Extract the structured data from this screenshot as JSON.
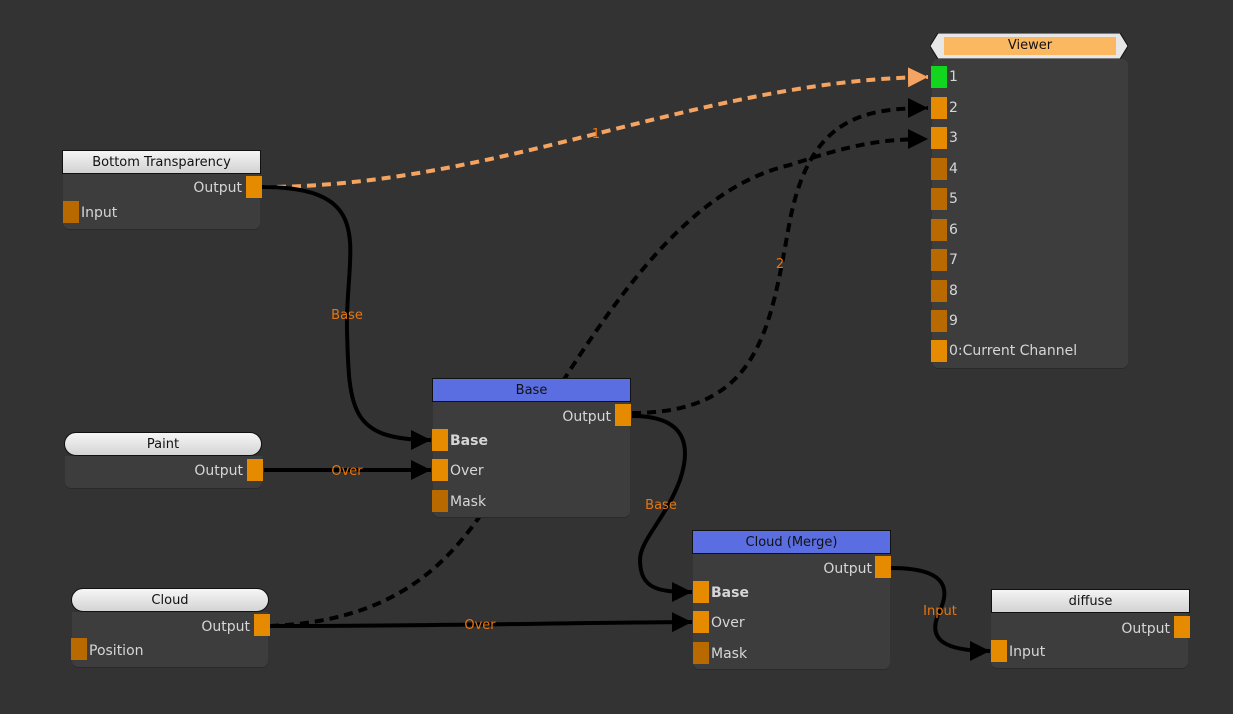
{
  "canvas": {
    "background": "#333333"
  },
  "colors": {
    "port_active": "#e68a00",
    "port_dim": "#b86a00",
    "port_connected_viewer": "#12d61e",
    "header_blue": "#5b6ee1",
    "viewer_header": "#fbb860",
    "wire_default": "#000000",
    "wire_viewer": "#f4a460",
    "wire_label": "#e8760e"
  },
  "nodes": {
    "bottom_transparency": {
      "title": "Bottom Transparency",
      "outputs": [
        "Output"
      ],
      "inputs": [
        "Input"
      ]
    },
    "paint": {
      "title": "Paint",
      "outputs": [
        "Output"
      ]
    },
    "cloud": {
      "title": "Cloud",
      "outputs": [
        "Output"
      ],
      "inputs": [
        "Position"
      ]
    },
    "base": {
      "title": "Base",
      "outputs": [
        "Output"
      ],
      "inputs": [
        "Base",
        "Over",
        "Mask"
      ]
    },
    "cloud_merge": {
      "title": "Cloud (Merge)",
      "outputs": [
        "Output"
      ],
      "inputs": [
        "Base",
        "Over",
        "Mask"
      ]
    },
    "diffuse": {
      "title": "diffuse",
      "outputs": [
        "Output"
      ],
      "inputs": [
        "Input"
      ]
    },
    "viewer": {
      "title": "Viewer",
      "inputs": [
        "1",
        "2",
        "3",
        "4",
        "5",
        "6",
        "7",
        "8",
        "9",
        "0:Current Channel"
      ]
    }
  },
  "connections": [
    {
      "from": "Bottom Transparency.Output",
      "to": "Viewer.1",
      "label": "1",
      "style": "dashed-viewer"
    },
    {
      "from": "Bottom Transparency.Output",
      "to": "Base.Base",
      "label": "Base",
      "style": "solid"
    },
    {
      "from": "Paint.Output",
      "to": "Base.Over",
      "label": "Over",
      "style": "solid"
    },
    {
      "from": "Base.Output",
      "to": "Viewer.2",
      "label": "2",
      "style": "dashed"
    },
    {
      "from": "Cloud.Output",
      "to": "Viewer.3",
      "label": "",
      "style": "dashed"
    },
    {
      "from": "Base.Output",
      "to": "Cloud (Merge).Base",
      "label": "Base",
      "style": "solid"
    },
    {
      "from": "Cloud.Output",
      "to": "Cloud (Merge).Over",
      "label": "Over",
      "style": "solid"
    },
    {
      "from": "Cloud (Merge).Output",
      "to": "diffuse.Input",
      "label": "Input",
      "style": "solid"
    }
  ],
  "wire_labels": {
    "viewer1": "1",
    "bt_base": "Base",
    "paint_over": "Over",
    "base_viewer2": "2",
    "base_merge": "Base",
    "cloud_over": "Over",
    "merge_diffuse": "Input"
  }
}
